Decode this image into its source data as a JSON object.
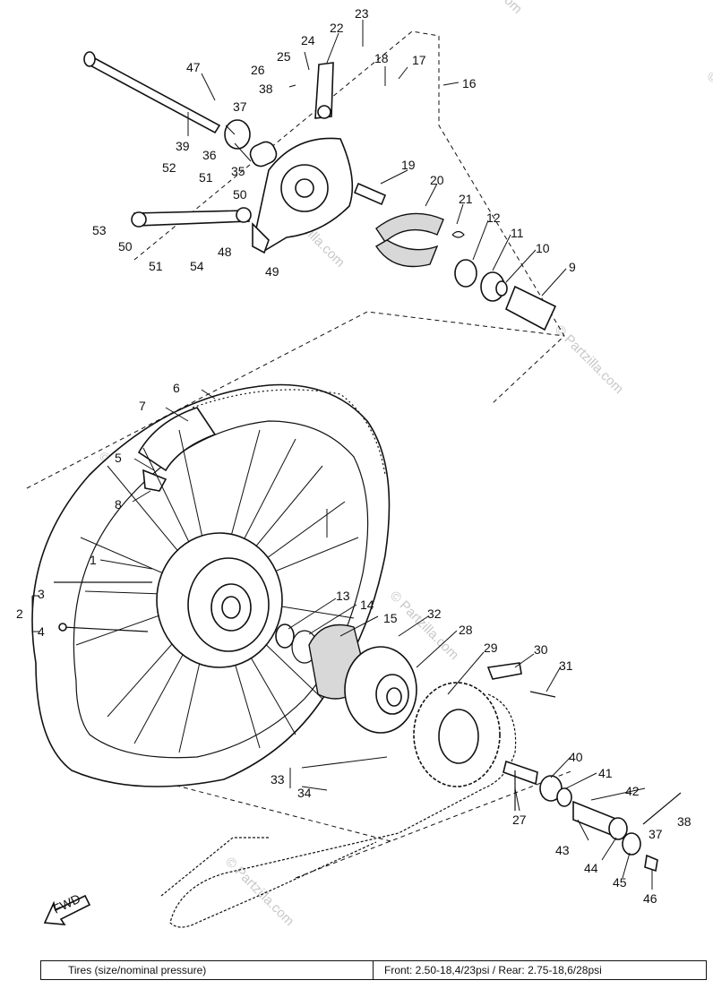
{
  "watermark": "© Partzilla.com",
  "fwd_label": "FWD",
  "callouts": [
    "1",
    "2",
    "3",
    "4",
    "5",
    "6",
    "7",
    "8",
    "9",
    "10",
    "11",
    "12",
    "13",
    "14",
    "15",
    "16",
    "17",
    "18",
    "19",
    "20",
    "21",
    "22",
    "23",
    "24",
    "25",
    "26",
    "27",
    "28",
    "29",
    "30",
    "31",
    "32",
    "33",
    "34",
    "35",
    "36",
    "37",
    "38",
    "39",
    "40",
    "41",
    "42",
    "43",
    "44",
    "45",
    "46",
    "47",
    "48",
    "49",
    "50",
    "51",
    "52",
    "53",
    "54"
  ],
  "callout_positions": [],
  "spec": {
    "label": "Tires (size/nominal pressure)",
    "value": "Front: 2.50-18,4/23psi  /  Rear: 2.75-18,6/28psi"
  },
  "colors": {
    "ink": "#111111",
    "watermark": "#c8c8c8",
    "background": "#ffffff"
  }
}
